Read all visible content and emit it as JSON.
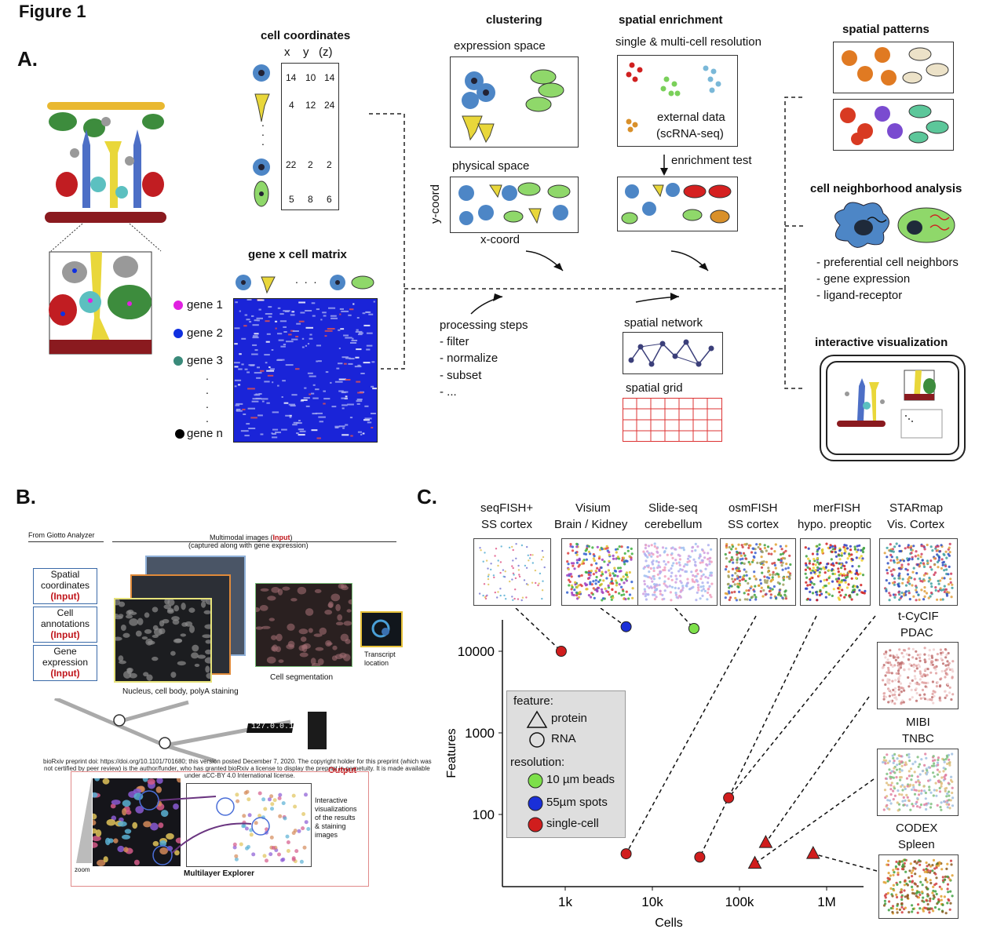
{
  "figure_title": "Figure 1",
  "panel_a": {
    "letter": "A.",
    "cell_coordinates": {
      "title": "cell coordinates",
      "headers": [
        "x",
        "y",
        "(z)"
      ],
      "rows": [
        [
          "14",
          "10",
          "14"
        ],
        [
          "4",
          "12",
          "24"
        ],
        [
          "22",
          "2",
          "2"
        ],
        [
          "5",
          "8",
          "6"
        ]
      ],
      "dot": "."
    },
    "gene_matrix": {
      "title": "gene x cell matrix",
      "genes": [
        "gene 1",
        "gene 2",
        "gene 3",
        "gene n"
      ],
      "gene_colors": [
        "#e020e0",
        "#1030e0",
        "#3a8a7a",
        "#000000"
      ],
      "ellipsis": ". . ."
    },
    "clustering": {
      "title": "clustering",
      "expression_space": "expression space",
      "physical_space": "physical space",
      "y_coord": "y-coord",
      "x_coord": "x-coord"
    },
    "processing": {
      "title": "processing steps",
      "steps": [
        "- filter",
        "- normalize",
        "- subset",
        "- ..."
      ]
    },
    "spatial_network": "spatial network",
    "spatial_grid": "spatial grid",
    "spatial_enrichment": {
      "title": "spatial enrichment",
      "subtitle": "single & multi-cell resolution",
      "external": "external data",
      "external2": "(scRNA-seq)",
      "test": "enrichment test"
    },
    "spatial_patterns": "spatial patterns",
    "neighborhood": {
      "title": "cell neighborhood analysis",
      "items": [
        "- preferential cell neighbors",
        "- gene expression",
        "- ligand-receptor"
      ]
    },
    "interactive": "interactive visualization"
  },
  "panel_b": {
    "letter": "B.",
    "from_giotto": "From Giotto Analyzer",
    "multimodal": "Multimodal images (",
    "multimodal_input": "Input",
    "multimodal_end": ")",
    "captured": "(captured along with gene expression)",
    "boxes": [
      {
        "line1": "Spatial",
        "line2": "coordinates",
        "input": "(Input)"
      },
      {
        "line1": "Cell",
        "line2": "annotations",
        "input": "(Input)"
      },
      {
        "line1": "Gene",
        "line2": "expression",
        "input": "(Input)"
      }
    ],
    "nucleus": "Nucleus, cell body, polyA staining",
    "segmentation": "Cell segmentation",
    "transcript": "Transcript",
    "transcript2": "location",
    "ip": "127.0.0.1",
    "biorxiv1": "bioRxiv preprint doi: https://doi.org/10.1101/701680; this version posted December 7, 2020. The copyright holder for this preprint (which was",
    "biorxiv2": "not certified by peer review) is the author/funder, who has granted bioRxiv a license to display the preprint in perpetuity. It is made available",
    "biorxiv3": "under aCC-BY 4.0 International license.",
    "output": "Output",
    "interactive_text": [
      "Interactive",
      "visualizations",
      "of the results",
      "& staining",
      "images"
    ],
    "zoom": "zoom",
    "explorer": "Multilayer Explorer"
  },
  "panel_c": {
    "letter": "C.",
    "datasets": [
      {
        "name": "seqFISH+",
        "tissue": "SS cortex"
      },
      {
        "name": "Visium",
        "tissue": "Brain / Kidney"
      },
      {
        "name": "Slide-seq",
        "tissue": "cerebellum"
      },
      {
        "name": "osmFISH",
        "tissue": "SS cortex"
      },
      {
        "name": "merFISH",
        "tissue": "hypo. preoptic"
      },
      {
        "name": "STARmap",
        "tissue": "Vis. Cortex"
      }
    ],
    "side_datasets": [
      {
        "name": "t-CyCIF",
        "tissue": "PDAC"
      },
      {
        "name": "MIBI",
        "tissue": "TNBC"
      },
      {
        "name": "CODEX",
        "tissue": "Spleen"
      }
    ],
    "legend": {
      "feature_title": "feature:",
      "protein": "protein",
      "rna": "RNA",
      "resolution_title": "resolution:",
      "beads": "10 µm beads",
      "spots": "55µm spots",
      "single": "single-cell"
    },
    "colors": {
      "beads": "#7de04a",
      "spots": "#1a2fd8",
      "single": "#d01d1d"
    }
  },
  "chart_data": {
    "type": "scatter",
    "xlabel": "Cells",
    "ylabel": "Features",
    "x_ticks": [
      "1k",
      "10k",
      "100k",
      "1M"
    ],
    "y_ticks": [
      "100",
      "1000",
      "10000"
    ],
    "log_x": true,
    "log_y": true,
    "points": [
      {
        "dataset": "seqFISH+",
        "cells": 900,
        "features": 10000,
        "feature": "RNA",
        "resolution": "single-cell"
      },
      {
        "dataset": "Visium",
        "cells": 5000,
        "features": 20000,
        "feature": "RNA",
        "resolution": "55µm spots"
      },
      {
        "dataset": "Slide-seq",
        "cells": 30000,
        "features": 19000,
        "feature": "RNA",
        "resolution": "10 µm beads"
      },
      {
        "dataset": "osmFISH",
        "cells": 5000,
        "features": 33,
        "feature": "RNA",
        "resolution": "single-cell"
      },
      {
        "dataset": "merFISH",
        "cells": 35000,
        "features": 30,
        "feature": "RNA",
        "resolution": "single-cell"
      },
      {
        "dataset": "STARmap",
        "cells": 75000,
        "features": 160,
        "feature": "RNA",
        "resolution": "single-cell"
      },
      {
        "dataset": "t-CyCIF",
        "cells": 200000,
        "features": 45,
        "feature": "protein",
        "resolution": "single-cell"
      },
      {
        "dataset": "MIBI",
        "cells": 150000,
        "features": 25,
        "feature": "protein",
        "resolution": "single-cell"
      },
      {
        "dataset": "CODEX",
        "cells": 700000,
        "features": 33,
        "feature": "protein",
        "resolution": "single-cell"
      }
    ]
  }
}
